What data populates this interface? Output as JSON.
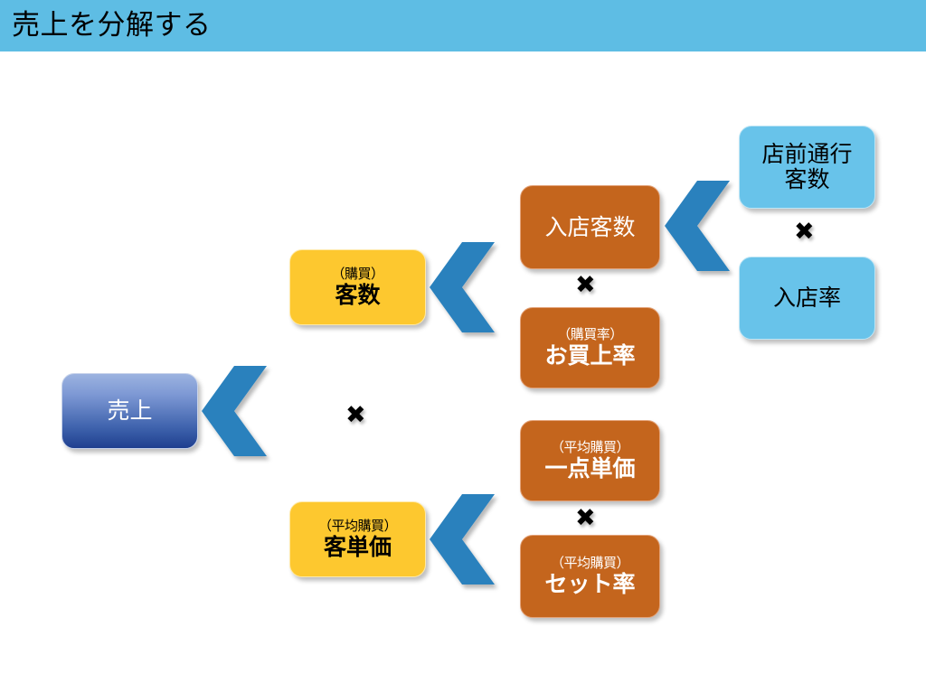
{
  "header": {
    "title": "売上を分解する",
    "bg_color": "#5ebde4"
  },
  "colors": {
    "header": "#5ebde4",
    "sales_gradient_top": "#9cb3e0",
    "sales_gradient_bottom": "#1f3f8f",
    "yellow": "#fdc82f",
    "orange": "#c4651d",
    "light_blue": "#68c3ea",
    "chevron_blue": "#2a81bd",
    "text_dark": "#000000",
    "text_light": "#ffffff",
    "canvas": "#ffffff"
  },
  "diagram": {
    "type": "decomposition-tree",
    "operator_symbol": "✖",
    "nodes": {
      "sales": {
        "label": "売上",
        "sub": ""
      },
      "customers": {
        "sub": "（購買）",
        "label": "客数"
      },
      "unit_price": {
        "sub": "（平均購買）",
        "label": "客単価"
      },
      "store_visitors": {
        "sub": "",
        "label": "入店客数"
      },
      "purchase_rate": {
        "sub": "（購買率）",
        "label": "お買上率"
      },
      "item_price": {
        "sub": "（平均購買）",
        "label": "一点単価"
      },
      "set_rate": {
        "sub": "（平均購買）",
        "label": "セット率"
      },
      "passersby_line1": "店前通行",
      "passersby_line2": "客数",
      "entry_rate": {
        "sub": "",
        "label": "入店率"
      }
    },
    "operators": {
      "sales_split": "✖",
      "customers_split": "✖",
      "unit_price_split": "✖",
      "visitors_split": "✖"
    }
  }
}
